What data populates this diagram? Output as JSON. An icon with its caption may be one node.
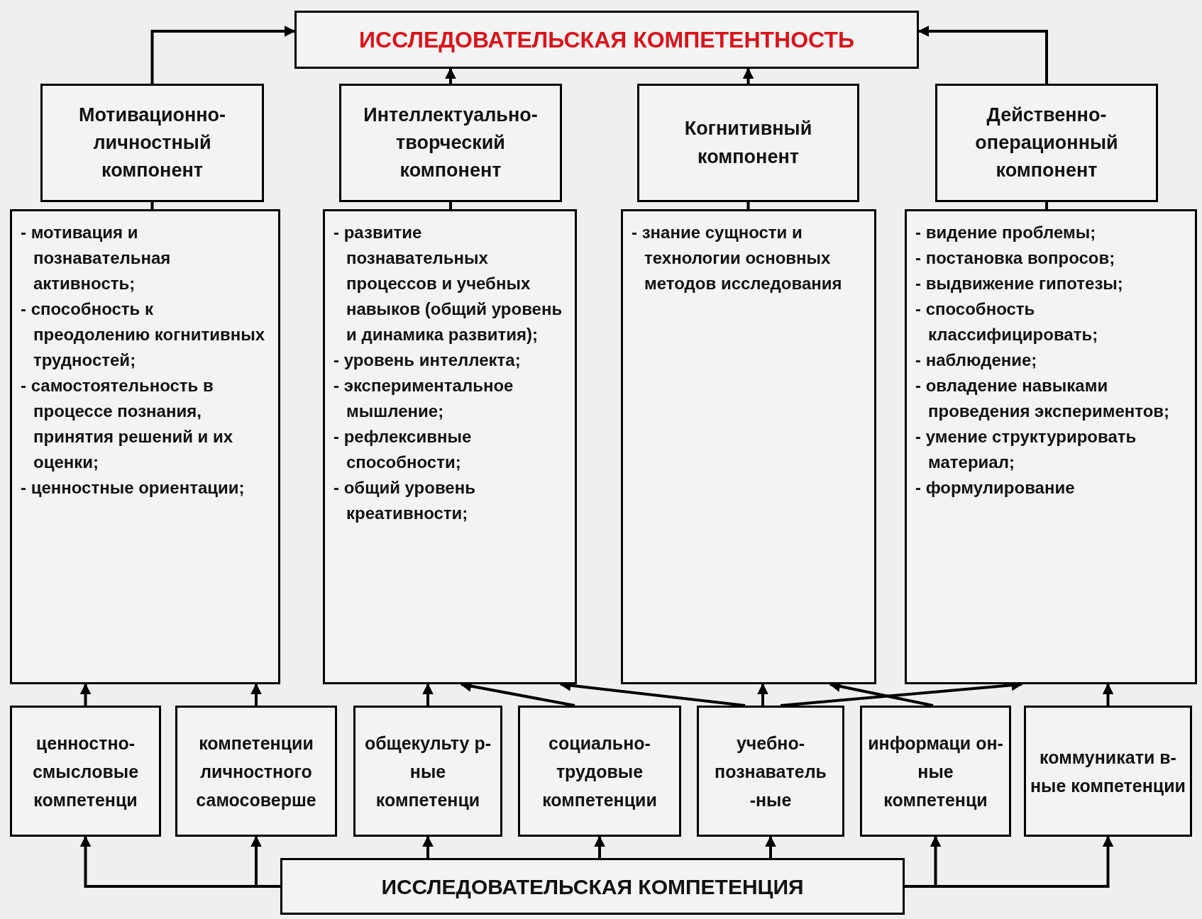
{
  "diagram": {
    "nodes": [
      {
        "text": [
          "ИССЛЕДОВАТЕЛЬСКАЯ КОМПЕТЕНТНОСТЬ"
        ]
      },
      {
        "text": [
          "Мотивационно-личностный компонент"
        ]
      },
      {
        "text": [
          "Интеллектуально-творческий компонент"
        ]
      },
      {
        "text": [
          "Когнитивный компонент"
        ]
      },
      {
        "text": [
          "Действенно-операционный компонент"
        ]
      },
      {
        "text": [
          "- мотивация и познавательная активность;",
          "- способность к преодолению когнитивных трудностей;",
          "- самостоятельность в процессе познания, принятия решений и их оценки;",
          "- ценностные ориентации;"
        ]
      },
      {
        "text": [
          "- развитие познавательных процессов и учебных навыков (общий уровень и динамика развития);",
          "- уровень интеллекта;",
          "- экспериментальное мышление;",
          "- рефлексивные способности;",
          "- общий уровень креативности;"
        ]
      },
      {
        "text": [
          "- знание сущности и технологии основных методов исследования"
        ]
      },
      {
        "text": [
          "- видение проблемы;",
          "- постановка вопросов;",
          "- выдвижение гипотезы;",
          "- способность классифицировать;",
          "- наблюдение;",
          "- овладение навыками проведения экспериментов;",
          "- умение структурировать материал;",
          "- формулирование"
        ]
      },
      {
        "text": [
          "ценностно-смысловые компетенци"
        ]
      },
      {
        "text": [
          "компетенции личностного самосоверше"
        ]
      },
      {
        "text": [
          "общекульту р-ные компетенци"
        ]
      },
      {
        "text": [
          "социально-трудовые компетенции"
        ]
      },
      {
        "text": [
          "учебно-познаватель -ные"
        ]
      },
      {
        "text": [
          "информаци он-ные компетенци"
        ]
      },
      {
        "text": [
          "коммуникати в-ные компетенции"
        ]
      },
      {
        "text": [
          "ИССЛЕДОВАТЕЛЬСКАЯ КОМПЕТЕНЦИЯ"
        ]
      }
    ],
    "edges": [
      {
        "from": 1,
        "to": 0,
        "arrow": "to"
      },
      {
        "from": 2,
        "to": 0,
        "arrow": "to"
      },
      {
        "from": 3,
        "to": 0,
        "arrow": "to"
      },
      {
        "from": 4,
        "to": 0,
        "arrow": "to"
      },
      {
        "from": 1,
        "to": 5,
        "arrow": "none"
      },
      {
        "from": 2,
        "to": 6,
        "arrow": "none"
      },
      {
        "from": 3,
        "to": 7,
        "arrow": "none"
      },
      {
        "from": 4,
        "to": 8,
        "arrow": "none"
      },
      {
        "from": 9,
        "to": 5,
        "arrow": "to"
      },
      {
        "from": 10,
        "to": 5,
        "arrow": "to"
      },
      {
        "from": 11,
        "to": 6,
        "arrow": "to"
      },
      {
        "from": 12,
        "to": 6,
        "arrow": "to"
      },
      {
        "from": 13,
        "to": 6,
        "arrow": "to"
      },
      {
        "from": 13,
        "to": 7,
        "arrow": "to"
      },
      {
        "from": 13,
        "to": 8,
        "arrow": "to"
      },
      {
        "from": 14,
        "to": 7,
        "arrow": "to"
      },
      {
        "from": 15,
        "to": 8,
        "arrow": "to"
      },
      {
        "from": 16,
        "to": 9,
        "arrow": "to"
      },
      {
        "from": 16,
        "to": 10,
        "arrow": "to"
      },
      {
        "from": 16,
        "to": 11,
        "arrow": "to"
      },
      {
        "from": 16,
        "to": 12,
        "arrow": "to"
      },
      {
        "from": 16,
        "to": 13,
        "arrow": "to"
      },
      {
        "from": 16,
        "to": 14,
        "arrow": "to"
      },
      {
        "from": 16,
        "to": 15,
        "arrow": "to"
      }
    ]
  }
}
